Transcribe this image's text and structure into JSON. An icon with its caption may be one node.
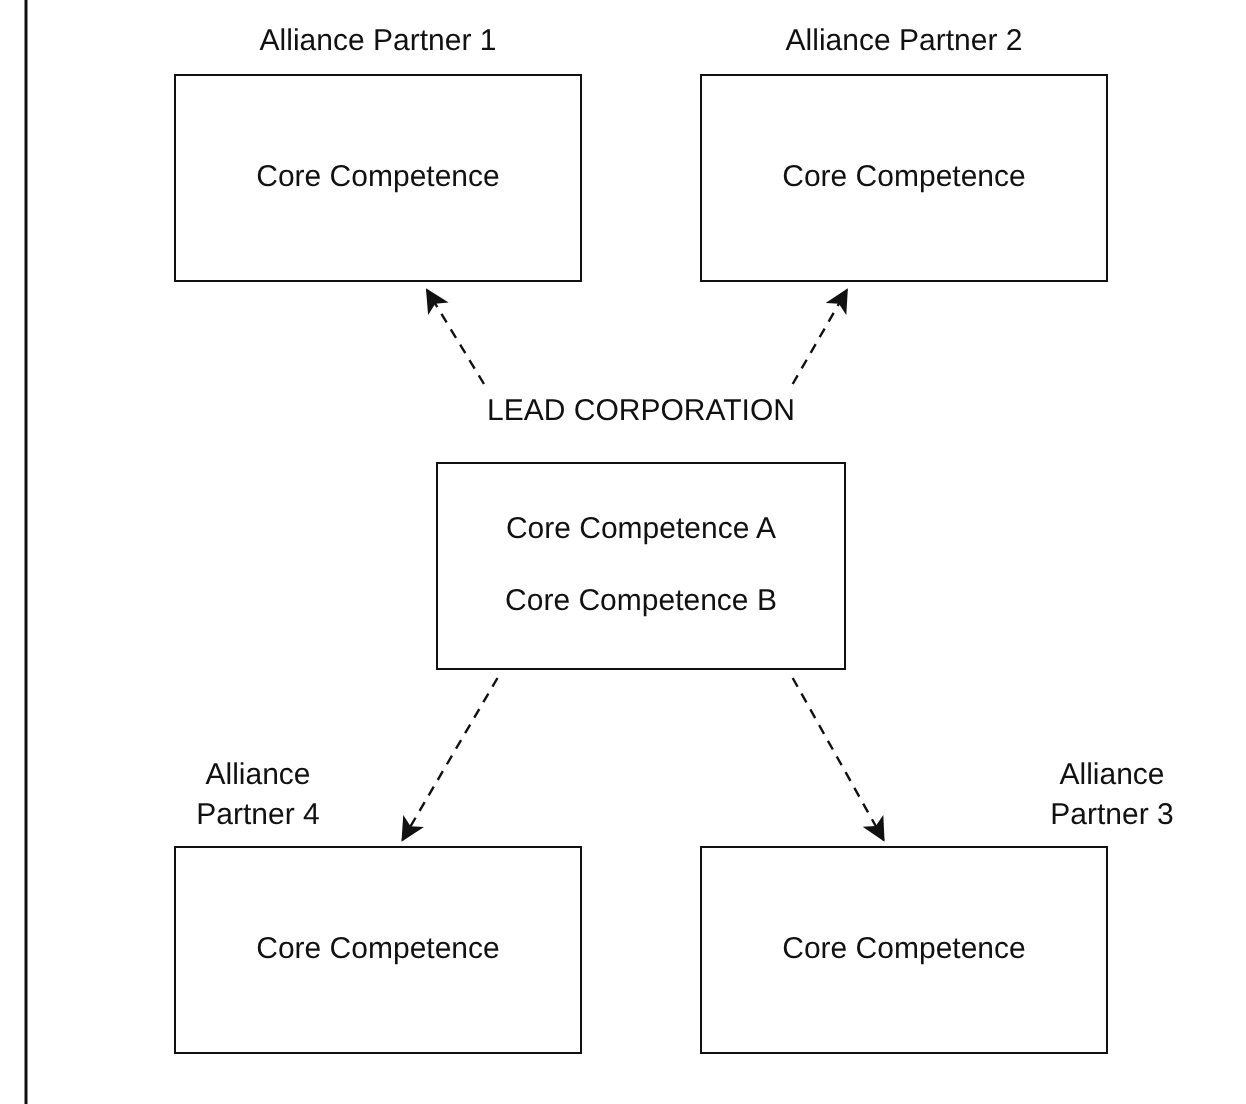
{
  "diagram": {
    "nodes": [
      {
        "text": [
          "Alliance Partner 1",
          "Core Competence"
        ]
      },
      {
        "text": [
          "Alliance Partner 2",
          "Core Competence"
        ]
      },
      {
        "text": [
          "LEAD CORPORATION",
          "Core Competence A",
          "Core Competence B"
        ]
      },
      {
        "text": [
          "Alliance Partner 4",
          "Core Competence"
        ]
      },
      {
        "text": [
          "Alliance Partner 3",
          "Core Competence"
        ]
      }
    ],
    "edges": [
      {
        "from": 2,
        "to": 0,
        "arrow": "to",
        "style": "dashed"
      },
      {
        "from": 2,
        "to": 1,
        "arrow": "to",
        "style": "dashed"
      },
      {
        "from": 2,
        "to": 3,
        "arrow": "to",
        "style": "dashed"
      },
      {
        "from": 2,
        "to": 4,
        "arrow": "to",
        "style": "dashed"
      }
    ]
  }
}
